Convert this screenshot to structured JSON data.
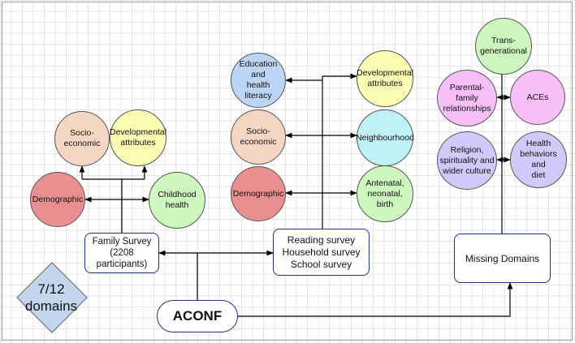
{
  "summary": {
    "text": "7/12\ndomains"
  },
  "central": {
    "label": "ACONF"
  },
  "surveys": {
    "family": {
      "label": "Family Survey\n(2208\nparticipants)"
    },
    "reading": {
      "label": "Reading survey\nHousehold survey\nSchool survey"
    },
    "missing": {
      "label": "Missing Domains"
    }
  },
  "family_domains": {
    "socioeconomic": "Socio-\neconomic",
    "developmental": "Developmental\nattributes",
    "demographic": "Demographic",
    "childhood_health": "Childhood\nhealth"
  },
  "reading_domains": {
    "education": "Education and\nhealth literacy",
    "socioeconomic": "Socio-\neconomic",
    "demographic": "Demographic",
    "developmental": "Developmental\nattributes",
    "neighbourhood": "Neighbourhood",
    "antenatal": "Antenatal,\nneonatal,\nbirth"
  },
  "missing_domains": {
    "transgenerational": "Trans-\ngenerational",
    "parental": "Parental-family\nrelationships",
    "aces": "ACEs",
    "religion": "Religion,\nspirituality and\nwider culture",
    "health_behaviors": "Health\nbehaviors and\ndiet"
  },
  "colors": {
    "box_border": "#1f2f8f",
    "peach": "#f5d6c3",
    "yellow": "#fbfbb4",
    "red": "#ea8f8f",
    "green": "#cdf7bf",
    "blue": "#bcd5f7",
    "cyan": "#bff2f7",
    "pink": "#f7bff7",
    "lavender": "#cfcaf9",
    "diamond": "#c3d6ee"
  }
}
